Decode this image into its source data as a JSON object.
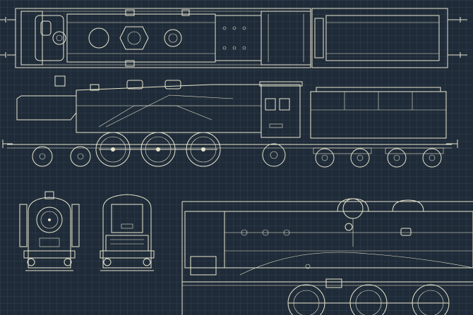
{
  "drawing": {
    "background": "#1f2b38",
    "line_color": "#e9e6cf",
    "grid_color": "#3a4756"
  },
  "views": [
    {
      "id": "top-view"
    },
    {
      "id": "side-view"
    },
    {
      "id": "front-view"
    },
    {
      "id": "rear-view"
    },
    {
      "id": "detail-view"
    }
  ]
}
